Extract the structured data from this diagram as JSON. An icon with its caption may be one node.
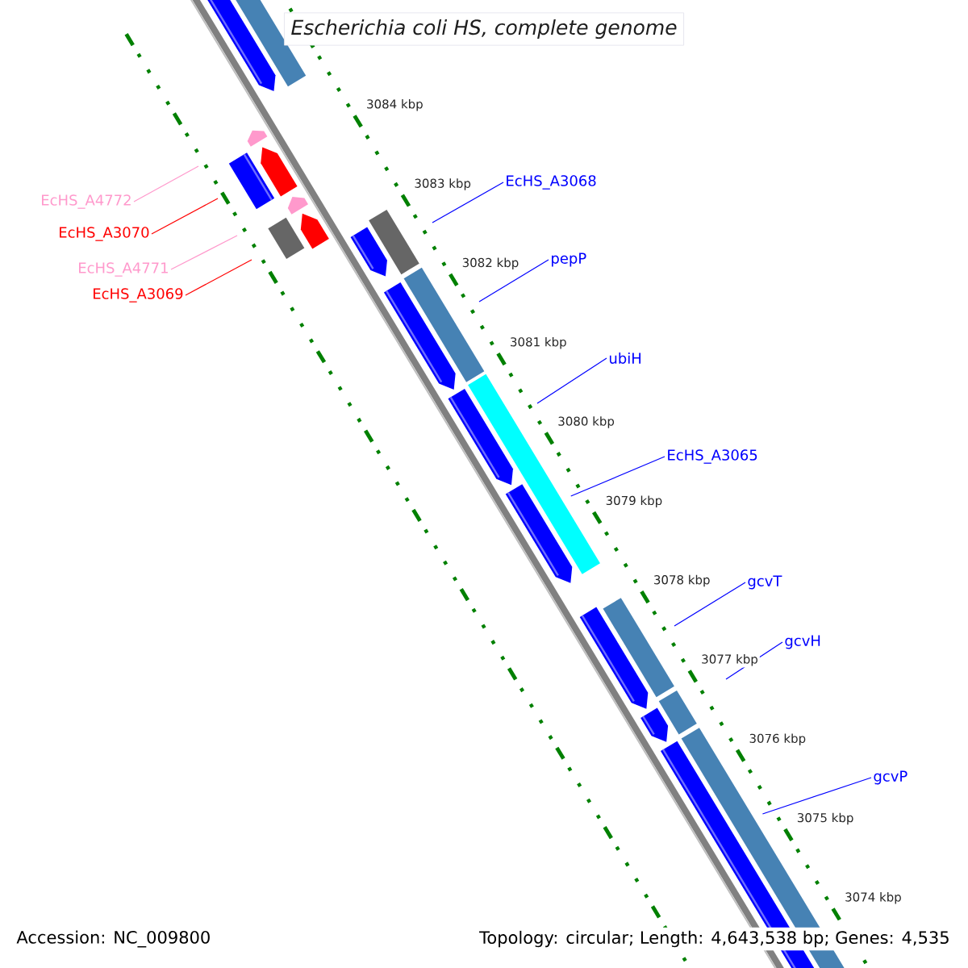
{
  "diagram": {
    "title": "Escherichia coli HS, complete genome",
    "nodes": [
      {
        "text": [
          "EcHS_A3068"
        ]
      },
      {
        "text": [
          "EcHS_A4772"
        ]
      },
      {
        "text": [
          "EcHS_A3070"
        ]
      },
      {
        "text": [
          "pepP"
        ]
      },
      {
        "text": [
          "EcHS_A4771"
        ]
      },
      {
        "text": [
          "EcHS_A3069"
        ]
      },
      {
        "text": [
          "ubiH"
        ]
      },
      {
        "text": [
          "EcHS_A3065"
        ]
      },
      {
        "text": [
          "gcvT"
        ]
      },
      {
        "text": [
          "gcvH"
        ]
      },
      {
        "text": [
          "gcvP"
        ]
      }
    ],
    "edges": [
      {
        "from": 0,
        "to": null,
        "arrow": "none"
      },
      {
        "from": 1,
        "to": null,
        "arrow": "none",
        "color": "#ff99cc"
      },
      {
        "from": 2,
        "to": null,
        "arrow": "none",
        "color": "#ff0000"
      },
      {
        "from": 3,
        "to": null,
        "arrow": "none"
      },
      {
        "from": 4,
        "to": null,
        "arrow": "none",
        "color": "#ff99cc"
      },
      {
        "from": 5,
        "to": null,
        "arrow": "none",
        "color": "#ff0000"
      },
      {
        "from": 6,
        "to": null,
        "arrow": "none"
      },
      {
        "from": 7,
        "to": null,
        "arrow": "none"
      },
      {
        "from": 8,
        "to": null,
        "arrow": "none"
      },
      {
        "from": 9,
        "to": null,
        "arrow": "none"
      },
      {
        "from": 10,
        "to": null,
        "arrow": "none"
      }
    ],
    "labels": [
      "3084 kbp",
      "3083 kbp",
      "3082 kbp",
      "3081 kbp",
      "3080 kbp",
      "3079 kbp",
      "3078 kbp",
      "3077 kbp",
      "3076 kbp",
      "3075 kbp",
      "3074 kbp",
      "Accession: NC_009800",
      "Topology: circular; Length: 4,643,538 bp; Genes: 4,535"
    ]
  }
}
